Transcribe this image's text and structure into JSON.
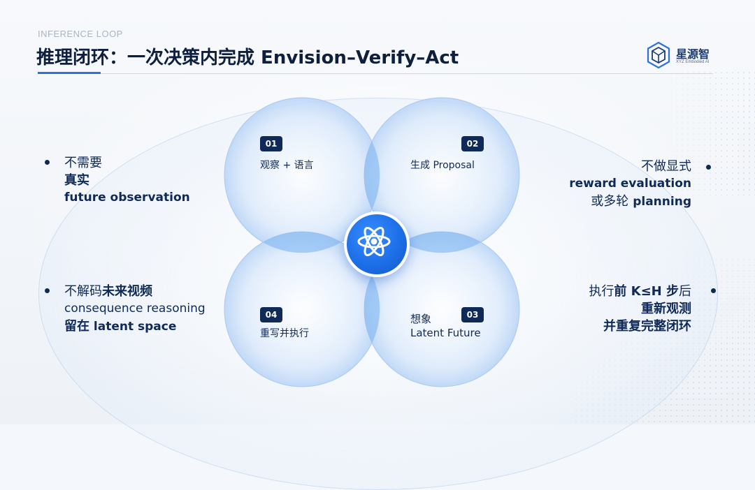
{
  "header": {
    "eyebrow": "INFERENCE LOOP",
    "title": "推理闭环：一次决策内完成 Envision–Verify–Act"
  },
  "logo": {
    "name": "星源智",
    "sub": "XYZ Embodied AI"
  },
  "steps": [
    {
      "num": "01",
      "label": "观察 + 语言"
    },
    {
      "num": "02",
      "label": "生成 Proposal"
    },
    {
      "num": "03",
      "label_line1": "想象",
      "label_line2": "Latent Future"
    },
    {
      "num": "04",
      "label": "重写并执行"
    }
  ],
  "notes": {
    "top_left": {
      "line1": "不需要",
      "line2": "真实",
      "line3": "future observation"
    },
    "bottom_left": {
      "line1a": "不解码",
      "line1b": "未来视频",
      "line2": "consequence reasoning",
      "line3a": "留在",
      "line3b": " latent space"
    },
    "top_right": {
      "line1": "不做显式",
      "line2": "reward evaluation",
      "line3a": "或多轮",
      "line3b": " planning"
    },
    "bottom_right": {
      "line1a": "执行",
      "line1b": "前 K≤H 步",
      "line1c": "后",
      "line2": "重新观测",
      "line3": "并重复完整闭环"
    }
  },
  "colors": {
    "accent": "#2b6fe0",
    "navy": "#0f2a57",
    "petal_fill": "#dbe9fb",
    "overlap": "#8cc0f5"
  },
  "icons": {
    "hub": "atom-icon",
    "logo": "hexagon-cube-icon"
  }
}
